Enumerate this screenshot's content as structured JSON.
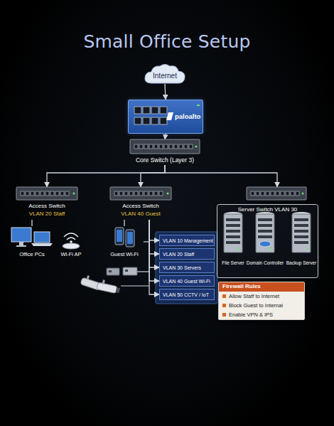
{
  "diagram": {
    "title": "Small Office Setup",
    "nodes": [
      {
        "text": [
          "Internet"
        ]
      },
      {
        "text": [
          "paloalto"
        ]
      },
      {
        "text": [
          "Core Switch (Layer 3)"
        ]
      },
      {
        "text": [
          "Access Switch",
          "VLAN 20 Staff"
        ]
      },
      {
        "text": [
          "Access Switch",
          "VLAN 40 Guest"
        ]
      },
      {
        "text": [
          "Server Switch VLAN 30"
        ]
      },
      {
        "text": [
          "Office PCs"
        ]
      },
      {
        "text": [
          "Wi-Fi AP"
        ]
      },
      {
        "text": [
          "Guest Wi-Fi"
        ]
      },
      {
        "text": [
          "VLAN 10 Management"
        ]
      },
      {
        "text": [
          "VLAN 20 Staff"
        ]
      },
      {
        "text": [
          "VLAN 30 Servers"
        ]
      },
      {
        "text": [
          "VLAN 40 Guest Wi-Fi"
        ]
      },
      {
        "text": [
          "VLAN 50 CCTV / IoT"
        ]
      },
      {
        "text": [
          "File Server"
        ],
        "in": 5
      },
      {
        "text": [
          "Domain Controller"
        ],
        "in": 5
      },
      {
        "text": [
          "Backup Server"
        ],
        "in": 5
      },
      {
        "text": [
          "Firewall Rules",
          "Allow Staff to Internet",
          "Block Guest to Internal",
          "Enable VPN & IPS"
        ]
      }
    ],
    "edges": [
      {
        "from": 0,
        "to": 1,
        "arrow": "to"
      },
      {
        "from": 1,
        "to": 2,
        "arrow": "to"
      },
      {
        "from": 2,
        "to": 3,
        "arrow": "to"
      },
      {
        "from": 2,
        "to": 4,
        "arrow": "to"
      },
      {
        "from": 2,
        "to": 5,
        "arrow": "to"
      },
      {
        "from": 3,
        "to": 6,
        "arrow": "none"
      },
      {
        "from": 4,
        "to": 8,
        "arrow": "none"
      },
      {
        "from": 4,
        "to": 9,
        "arrow": "to"
      },
      {
        "from": 4,
        "to": 10,
        "arrow": "to"
      },
      {
        "from": 4,
        "to": 11,
        "arrow": "to"
      },
      {
        "from": 4,
        "to": 12,
        "arrow": "to"
      },
      {
        "from": 4,
        "to": 13,
        "arrow": "to"
      }
    ]
  }
}
